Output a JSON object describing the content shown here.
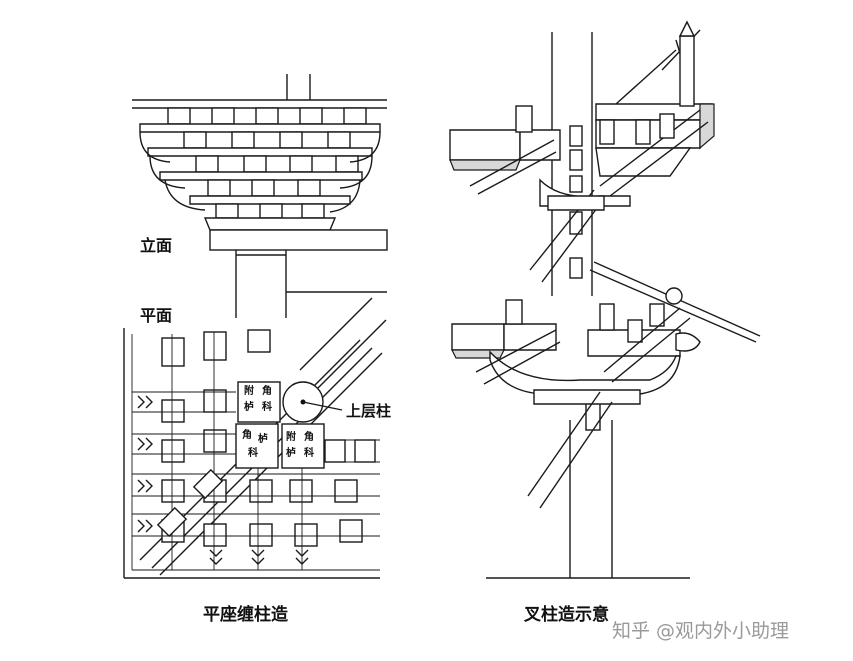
{
  "figure": {
    "left_panel": {
      "elevation_label": "立面",
      "plan_label": "平面",
      "upper_column_label": "上层柱",
      "caption": "平座缠柱造",
      "blocks": [
        {
          "line1": "附",
          "line2": "角",
          "line3": "栌",
          "line4": "科"
        },
        {
          "line1": "角",
          "line2": "栌",
          "line3": "",
          "line4": "科"
        },
        {
          "line1": "附",
          "line2": "角",
          "line3": "栌",
          "line4": "科"
        }
      ]
    },
    "right_panel": {
      "caption": "叉柱造示意"
    },
    "watermark": "知乎 @观内外小助理"
  }
}
